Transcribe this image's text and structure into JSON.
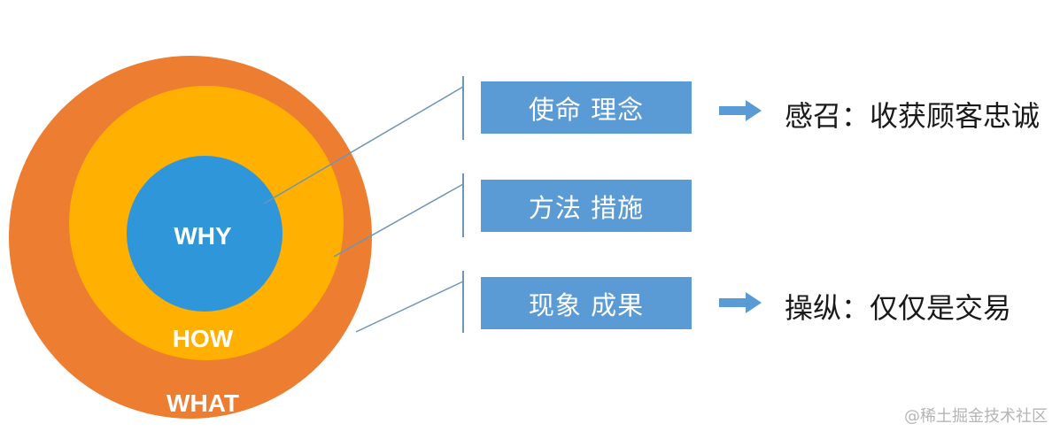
{
  "circles": {
    "outer": {
      "label": "WHAT",
      "color": "#ed7d31"
    },
    "middle": {
      "label": "HOW",
      "color": "#ffb000"
    },
    "inner": {
      "label": "WHY",
      "color": "#2f96d9"
    }
  },
  "boxes": [
    {
      "label": "使命 理念",
      "result": "感召：收获顾客忠诚"
    },
    {
      "label": "方法 措施",
      "result": ""
    },
    {
      "label": "现象 成果",
      "result": "操纵：仅仅是交易"
    }
  ],
  "colors": {
    "box": "#5b9bd5",
    "arrow": "#5b9bd5",
    "connector": "#6f95b5"
  },
  "watermark": "@稀土掘金技术社区"
}
